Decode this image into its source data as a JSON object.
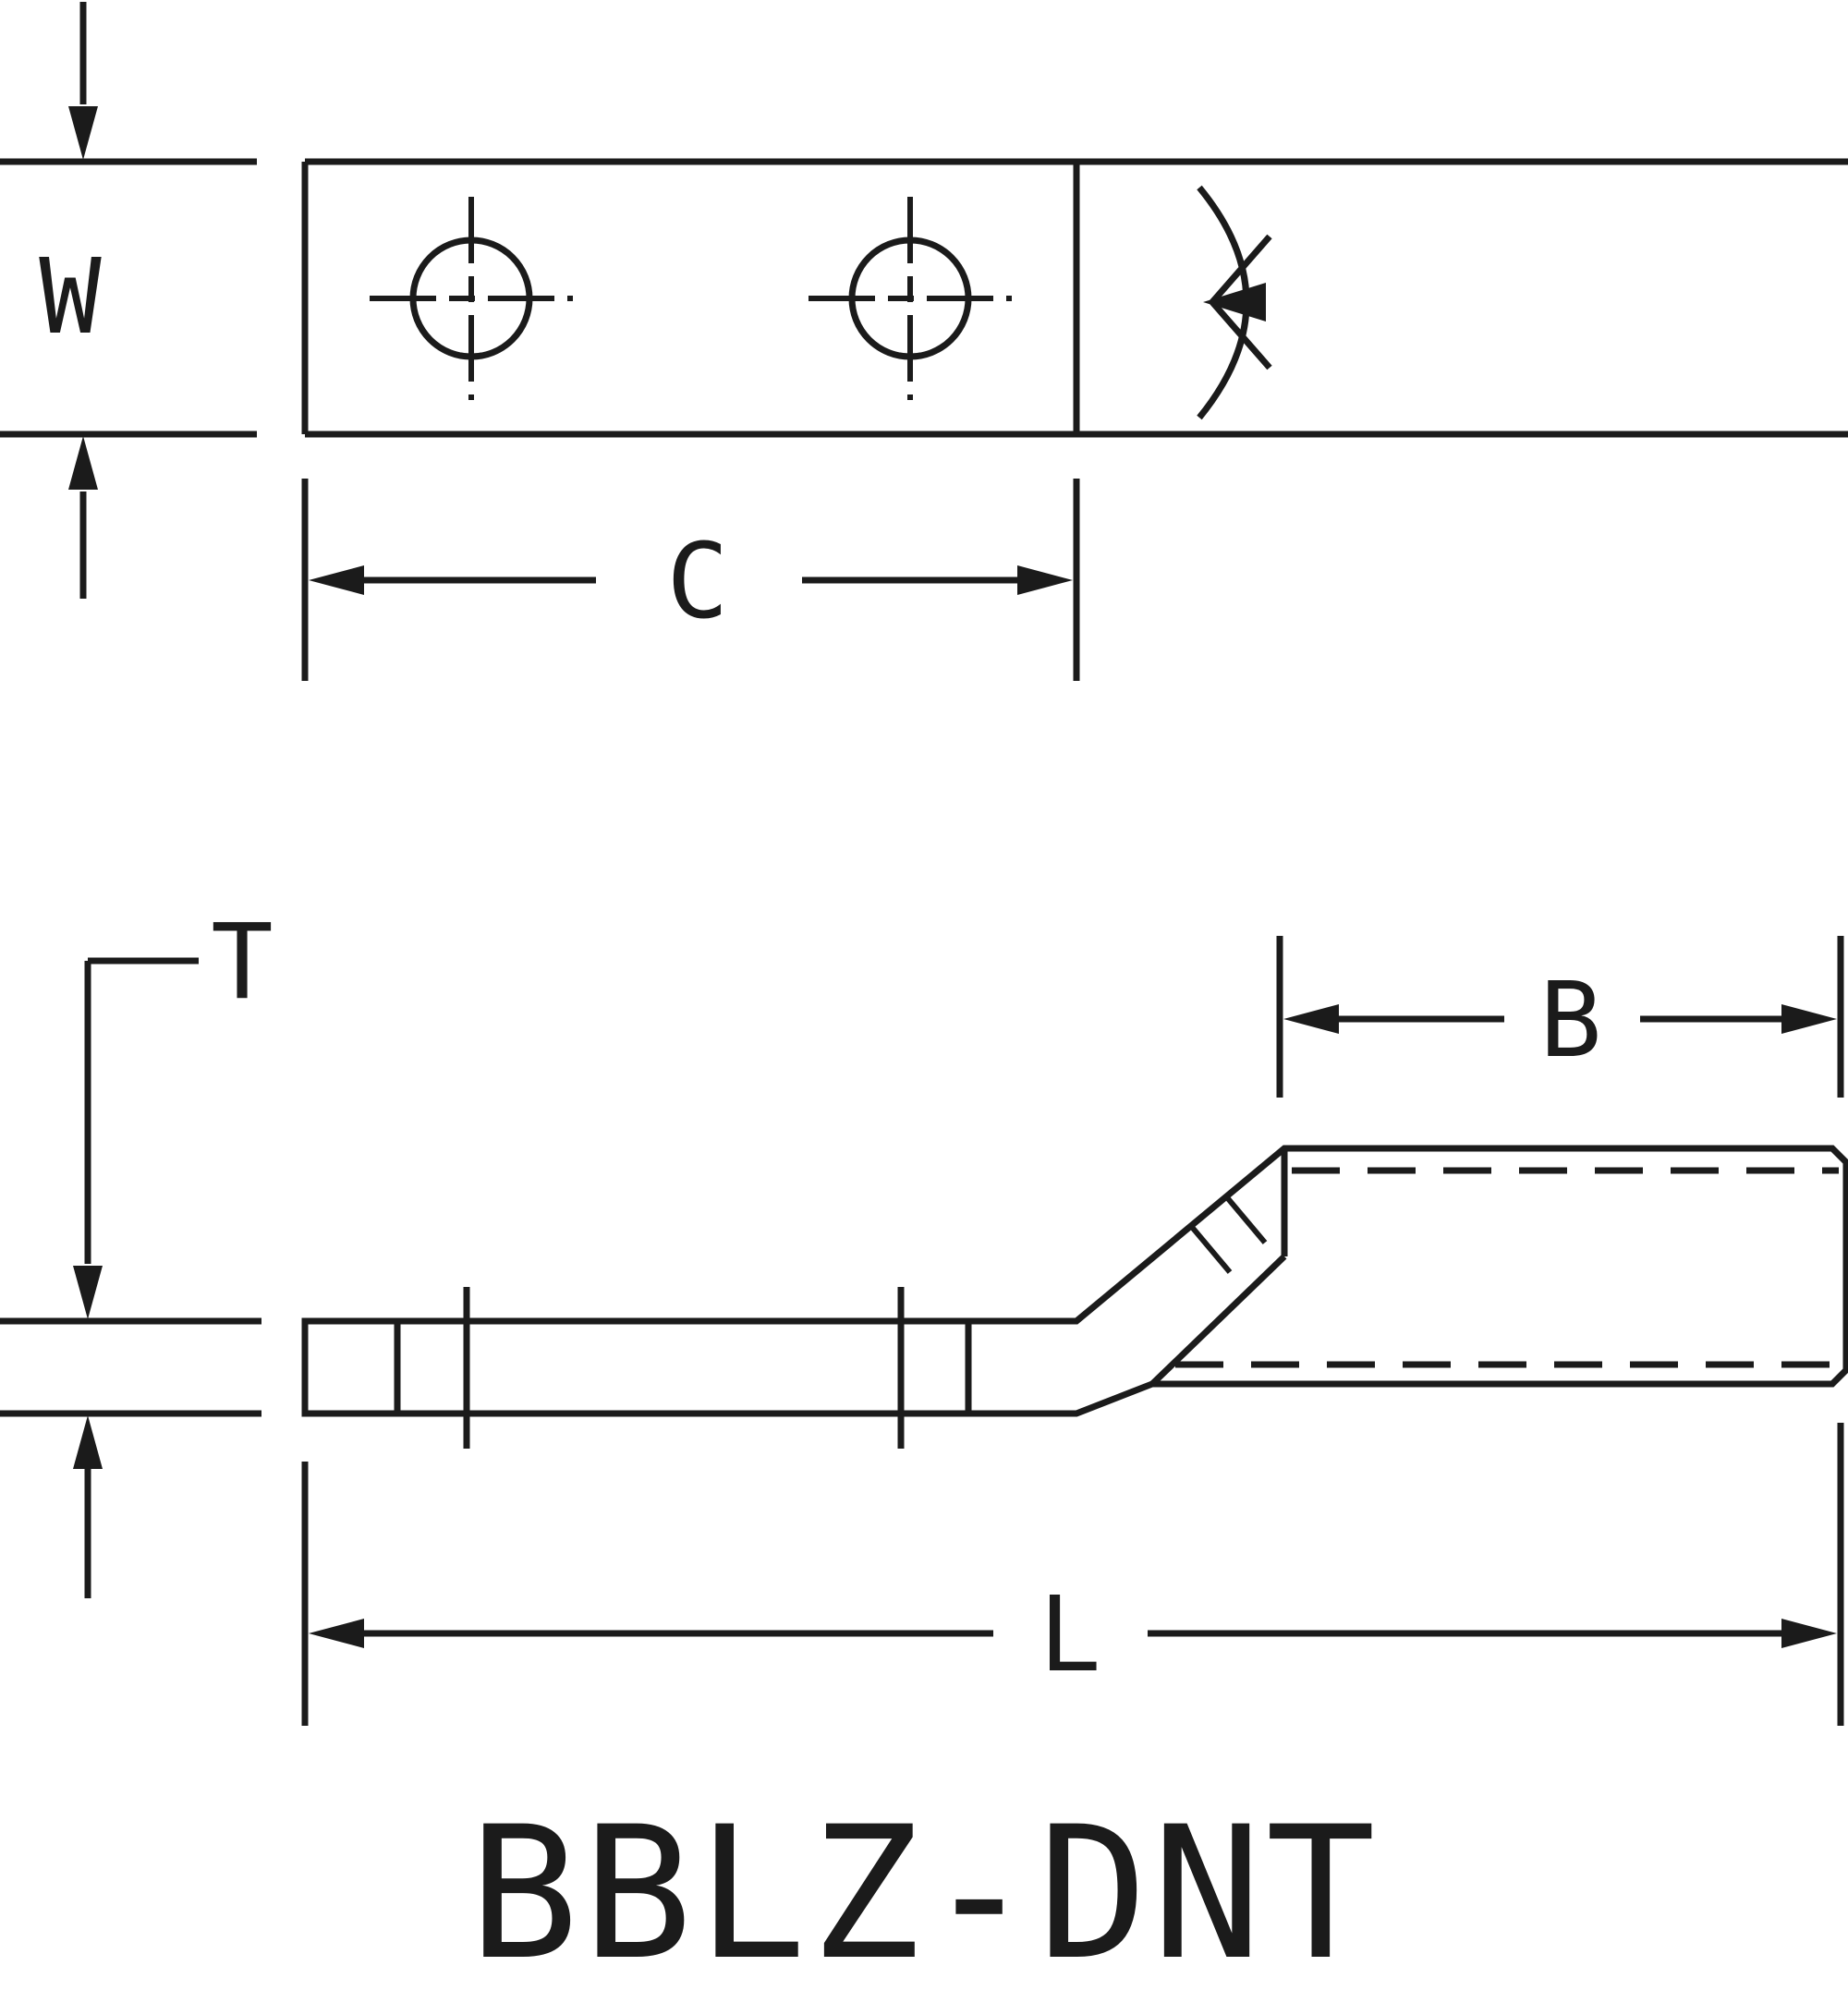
{
  "title": "BBLZ-DNT",
  "labels": {
    "width": "W",
    "hole_spacing": "C",
    "barrel_depth": "B",
    "thickness": "T",
    "overall_length": "L"
  },
  "colors": {
    "line": "#1b1b1b",
    "background": "#ffffff"
  }
}
